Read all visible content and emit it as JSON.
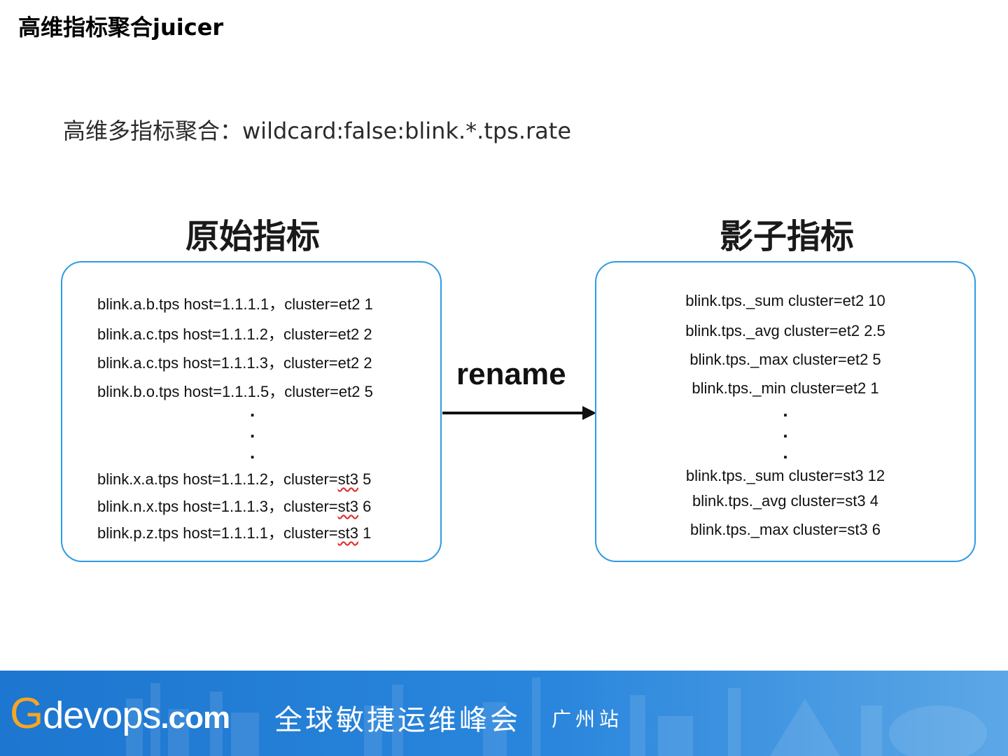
{
  "title": "高维指标聚合juicer",
  "subtitle": "高维多指标聚合：wildcard:false:blink.*.tps.rate",
  "left_panel": {
    "heading": "原始指标",
    "lines_top": [
      "blink.a.b.tps host=1.1.1.1，cluster=et2 1",
      "blink.a.c.tps host=1.1.1.2，cluster=et2 2",
      "blink.a.c.tps host=1.1.1.3，cluster=et2 2",
      "blink.b.o.tps host=1.1.1.5，cluster=et2 5"
    ],
    "lines_bottom": [
      {
        "prefix": "blink.x.a.tps host=1.1.1.2，cluster=",
        "flag": "st3",
        "suffix": " 5"
      },
      {
        "prefix": "blink.n.x.tps host=1.1.1.3，cluster=",
        "flag": "st3",
        "suffix": " 6"
      },
      {
        "prefix": "blink.p.z.tps host=1.1.1.1，cluster=",
        "flag": "st3",
        "suffix": " 1"
      }
    ]
  },
  "right_panel": {
    "heading": "影子指标",
    "lines_top": [
      "blink.tps._sum cluster=et2 10",
      "blink.tps._avg cluster=et2 2.5",
      "blink.tps._max cluster=et2 5",
      "blink.tps._min cluster=et2 1"
    ],
    "lines_bottom": [
      "blink.tps._sum cluster=st3 12",
      "blink.tps._avg cluster=st3 4",
      "blink.tps._max cluster=st3 6"
    ]
  },
  "ellipsis_dot": ".",
  "arrow_label": "rename",
  "footer": {
    "brand_g": "G",
    "brand_rest": "devops",
    "brand_domain": ".com",
    "event": "全球敏捷运维峰会",
    "location": "广州站"
  },
  "colors": {
    "panel_border": "#2f9be4",
    "footer_blue": "#1d76cf",
    "brand_orange": "#f5a623"
  }
}
